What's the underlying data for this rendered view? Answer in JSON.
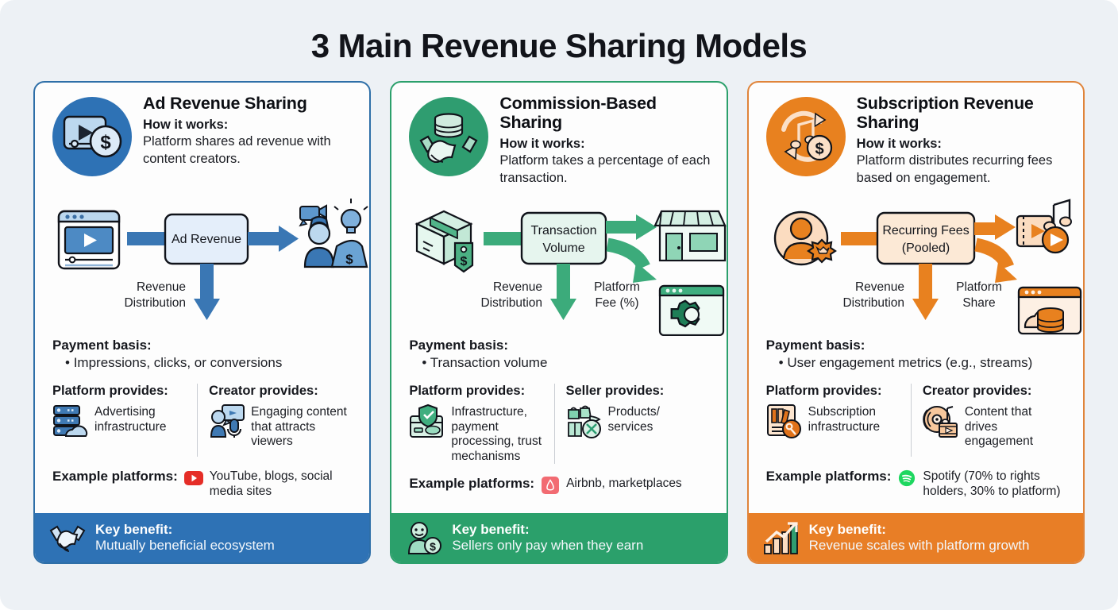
{
  "page": {
    "title": "3 Main Revenue Sharing Models",
    "background": "#edf1f5"
  },
  "shared": {
    "how_it_works_label": "How it works:",
    "payment_basis_label": "Payment basis:",
    "platform_provides_label": "Platform provides:",
    "example_platforms_label": "Example platforms:",
    "key_benefit_label": "Key benefit:",
    "revenue_distribution_label_line1": "Revenue",
    "revenue_distribution_label_line2": "Distribution"
  },
  "cards": [
    {
      "id": "ad-revenue-sharing",
      "accent": "#2e72b5",
      "border": "#2e6fa8",
      "badge_icon": "video-dollar-icon",
      "title": "Ad Revenue Sharing",
      "how_it_works": "Platform shares ad revenue with content creators.",
      "flow": {
        "source_icon": "video-player-window-icon",
        "center_box_line1": "Ad Revenue",
        "center_box_line2": "",
        "target_icon": "creator-moneybag-icon",
        "down_label_line1": "Revenue",
        "down_label_line2": "Distribution",
        "branch_label_line1": "",
        "branch_label_line2": "",
        "branch_icon": ""
      },
      "payment_basis": [
        "Impressions, clicks, or conversions"
      ],
      "provider_left": {
        "title": "Platform provides:",
        "icon": "server-cloud-icon",
        "text": "Advertising infrastructure"
      },
      "provider_right": {
        "title": "Creator provides:",
        "icon": "creator-mic-video-icon",
        "text": "Engaging content that attracts viewers"
      },
      "example": {
        "logo": "youtube-logo-icon",
        "text": "YouTube, blogs, social media sites"
      },
      "key_benefit": {
        "icon": "handshake-icon",
        "text": "Mutually beneficial ecosystem"
      }
    },
    {
      "id": "commission-based-sharing",
      "accent": "#2ba06b",
      "border": "#2ba06b",
      "badge_icon": "coins-handshake-icon",
      "title": "Commission-Based Sharing",
      "how_it_works": "Platform takes a percentage of each transaction.",
      "flow": {
        "source_icon": "package-pricetag-icon",
        "center_box_line1": "Transaction",
        "center_box_line2": "Volume",
        "target_icon": "storefront-icon",
        "down_label_line1": "Revenue",
        "down_label_line2": "Distribution",
        "branch_label_line1": "Platform",
        "branch_label_line2": "Fee (%)",
        "branch_icon": "browser-gear-icon"
      },
      "payment_basis": [
        "Transaction volume"
      ],
      "provider_left": {
        "title": "Platform provides:",
        "icon": "card-shield-icon",
        "text": "Infrastructure, payment processing, trust mechanisms"
      },
      "provider_right": {
        "title": "Seller provides:",
        "icon": "products-services-icon",
        "text": "Products/ services"
      },
      "example": {
        "logo": "airbnb-logo-icon",
        "text": "Airbnb, marketplaces"
      },
      "key_benefit": {
        "icon": "seller-coin-icon",
        "text": "Sellers only pay when they earn"
      }
    },
    {
      "id": "subscription-revenue-sharing",
      "accent": "#e87e26",
      "border": "#e0843a",
      "badge_icon": "recurring-music-dollar-icon",
      "title": "Subscription Revenue Sharing",
      "how_it_works": "Platform distributes recurring fees based on engagement.",
      "flow": {
        "source_icon": "premium-user-icon",
        "center_box_line1": "Recurring Fees",
        "center_box_line2": "(Pooled)",
        "target_icon": "media-music-play-icon",
        "down_label_line1": "Revenue",
        "down_label_line2": "Distribution",
        "branch_label_line1": "Platform",
        "branch_label_line2": "Share",
        "branch_icon": "cloud-database-icon"
      },
      "payment_basis": [
        "User engagement metrics (e.g., streams)"
      ],
      "provider_left": {
        "title": "Platform provides:",
        "icon": "subscription-key-icon",
        "text": "Subscription infrastructure"
      },
      "provider_right": {
        "title": "Creator provides:",
        "icon": "disc-film-icon",
        "text": "Content that drives engagement"
      },
      "example": {
        "logo": "spotify-logo-icon",
        "text": "Spotify (70% to rights holders, 30% to platform)"
      },
      "key_benefit": {
        "icon": "growth-chart-icon",
        "text": "Revenue scales with platform growth"
      }
    }
  ]
}
